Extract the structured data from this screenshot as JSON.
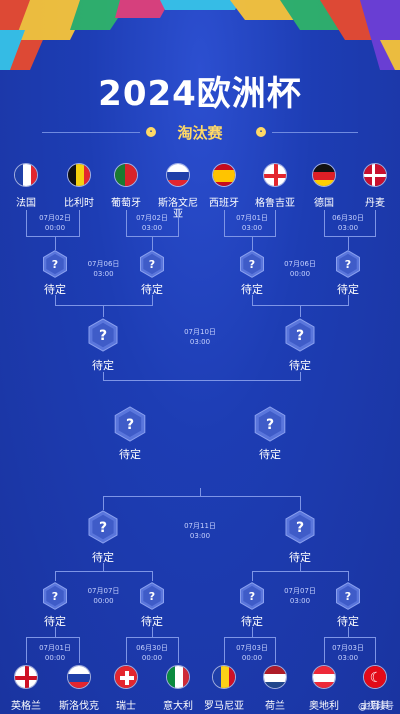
{
  "title": "2024欧洲杯",
  "stage": "淘汰赛",
  "tbd": "待定",
  "q_mark": "?",
  "top_teams": [
    "法国",
    "比利时",
    "葡萄牙",
    "斯洛文尼",
    "西班牙",
    "格鲁吉亚",
    "德国",
    "丹麦"
  ],
  "top_team_wrap": "亚",
  "bottom_teams": [
    "英格兰",
    "斯洛伐克",
    "瑞士",
    "意大利",
    "罗马尼亚",
    "荷兰",
    "奥地利",
    "土耳其"
  ],
  "top_r16_dates": [
    [
      "07月02日",
      "00:00"
    ],
    [
      "07月02日",
      "03:00"
    ],
    [
      "07月01日",
      "03:00"
    ],
    [
      "06月30日",
      "03:00"
    ]
  ],
  "top_qf_dates": [
    [
      "07月06日",
      "03:00"
    ],
    [
      "07月06日",
      "00:00"
    ]
  ],
  "top_sf_date": [
    "07月10日",
    "03:00"
  ],
  "bottom_sf_date": [
    "07月11日",
    "03:00"
  ],
  "bottom_qf_dates": [
    [
      "07月07日",
      "00:00"
    ],
    [
      "07月07日",
      "03:00"
    ]
  ],
  "bottom_r16_dates": [
    [
      "07月01日",
      "00:00"
    ],
    [
      "06月30日",
      "00:00"
    ],
    [
      "07月03日",
      "00:00"
    ],
    [
      "07月03日",
      "03:00"
    ]
  ],
  "watermark": "@视频号"
}
